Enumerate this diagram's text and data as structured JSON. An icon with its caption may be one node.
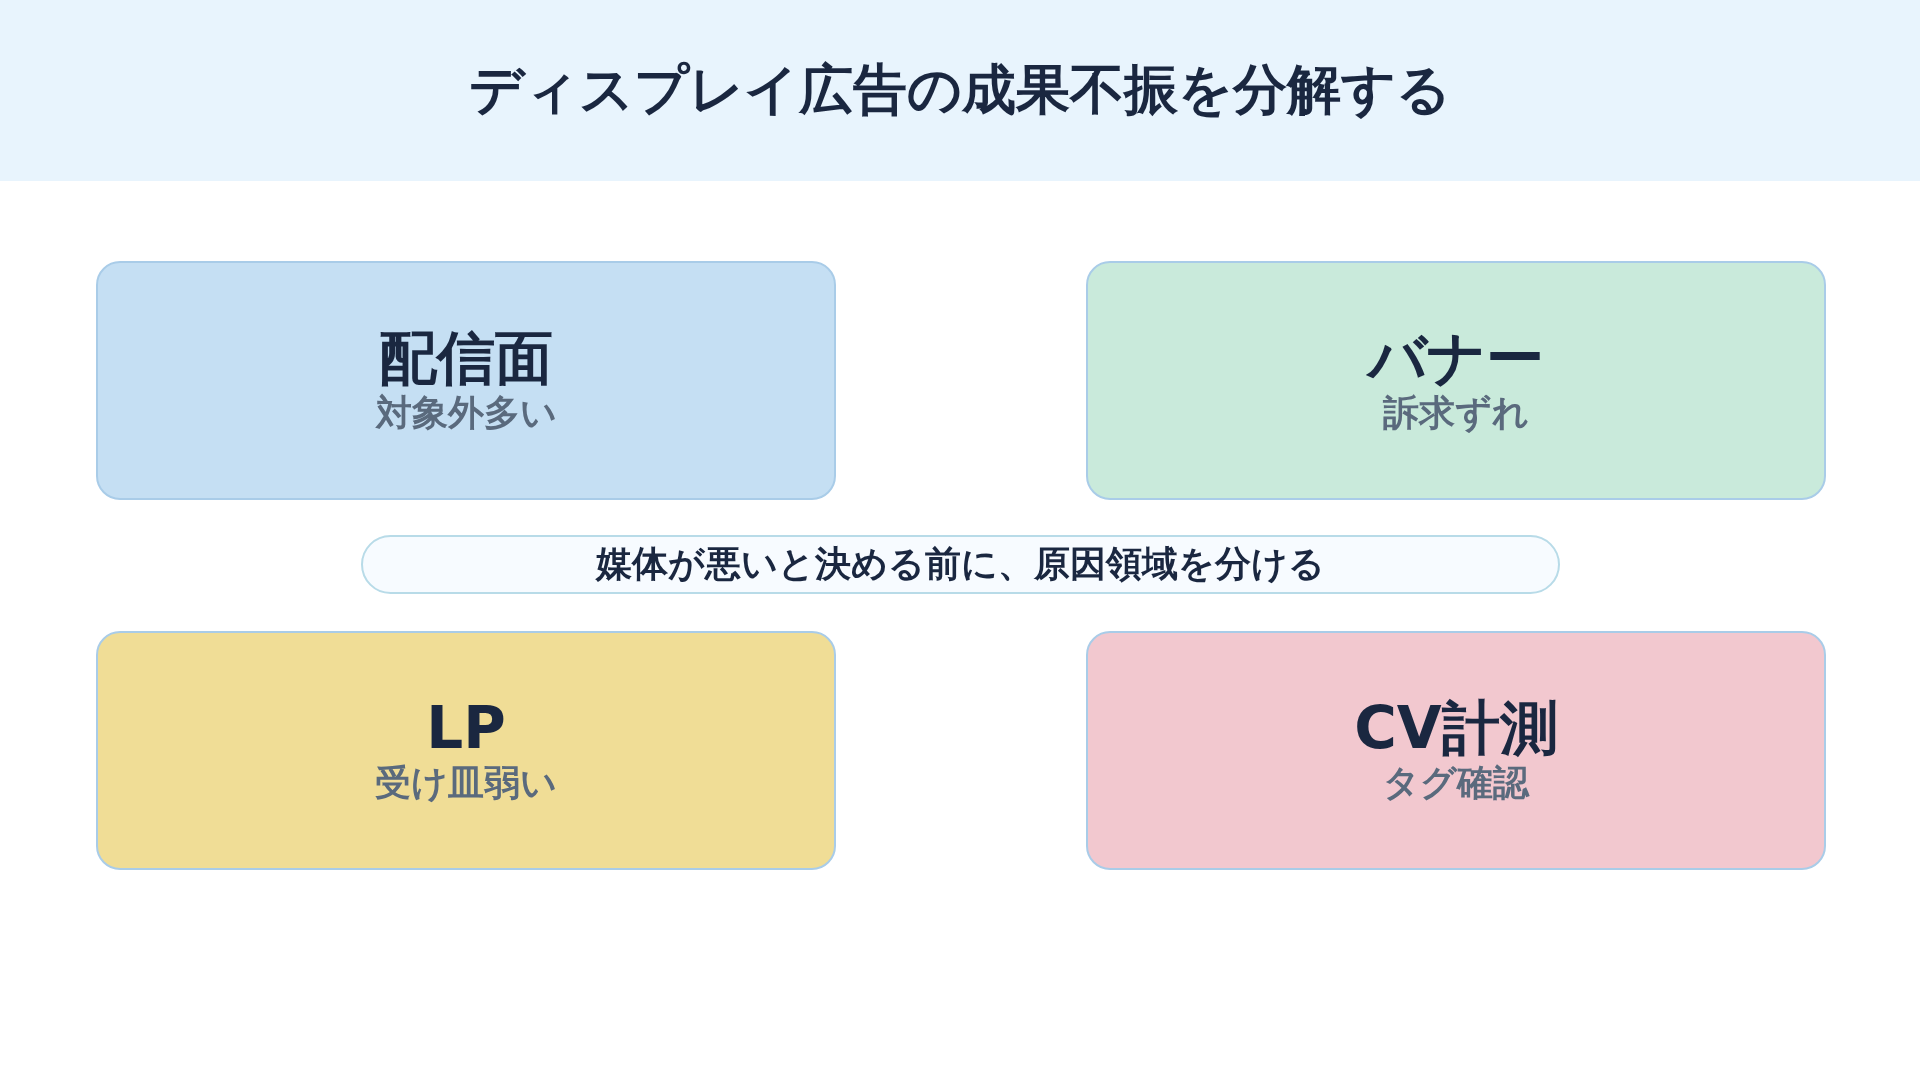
{
  "diagram": {
    "title": "ディスプレイ広告の成果不振を分解する",
    "nodes": [
      {
        "text": [
          "配信面",
          "対象外多い"
        ]
      },
      {
        "text": [
          "バナー",
          "訴求ずれ"
        ]
      },
      {
        "text": [
          "媒体が悪いと決める前に、原因領域を分ける"
        ]
      },
      {
        "text": [
          "LP",
          "受け皿弱い"
        ]
      },
      {
        "text": [
          "CV計測",
          "タグ確認"
        ]
      }
    ]
  }
}
